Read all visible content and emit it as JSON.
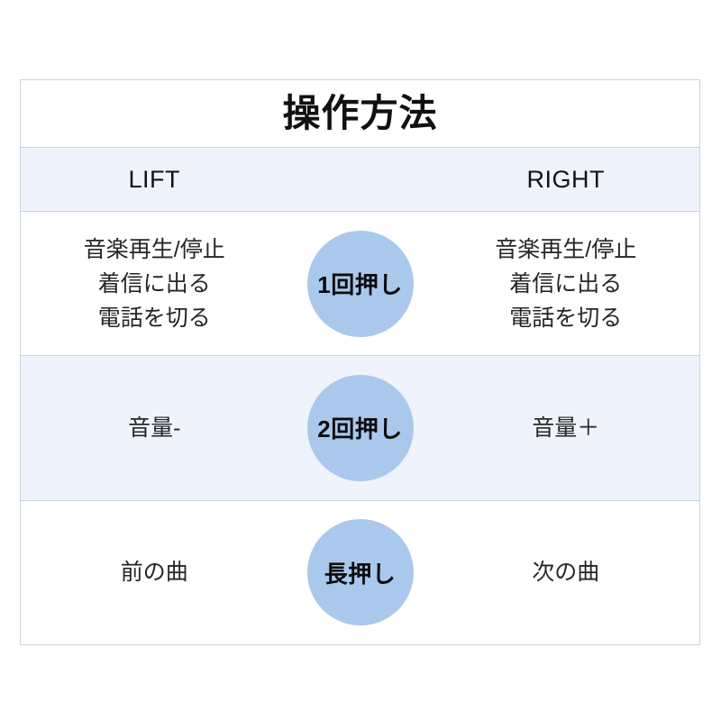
{
  "table": {
    "title": "操作方法",
    "columns": {
      "left_header": "LIFT",
      "right_header": "RIGHT"
    },
    "colors": {
      "bubble_fill": "#A9C8EC",
      "header_background": "#EEF3FC",
      "tinted_row_background": "#EFF3FC",
      "border": "#C9D4DE",
      "text": "#262626",
      "title_text": "#111111"
    },
    "rows": [
      {
        "action": "1回押し",
        "left": "音楽再生/停止\n着信に出る\n電話を切る",
        "right": "音楽再生/停止\n着信に出る\n電話を切る",
        "tinted": false
      },
      {
        "action": "2回押し",
        "left": "音量-",
        "right": "音量＋",
        "tinted": true
      },
      {
        "action": "長押し",
        "left": "前の曲",
        "right": "次の曲",
        "tinted": false
      }
    ]
  }
}
